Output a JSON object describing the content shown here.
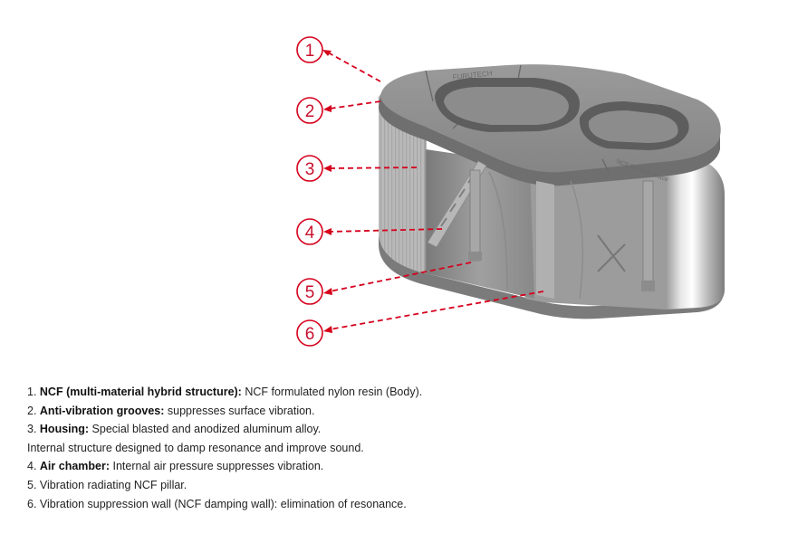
{
  "callouts": [
    "1",
    "2",
    "3",
    "4",
    "5",
    "6"
  ],
  "embossed_text": {
    "top_left": "FURUTECH",
    "top_right": "NCF Booster Brace"
  },
  "legend": [
    {
      "prefix": "1. ",
      "bold": "NCF (multi-material hybrid structure):",
      "text": " NCF formulated nylon resin (Body)."
    },
    {
      "prefix": "2. ",
      "bold": "Anti-vibration grooves:",
      "text": " suppresses surface vibration."
    },
    {
      "prefix": "3. ",
      "bold": "Housing:",
      "text": " Special blasted and anodized aluminum alloy."
    },
    {
      "prefix": "",
      "bold": "",
      "text": "Internal structure designed to damp resonance and improve sound."
    },
    {
      "prefix": "4. ",
      "bold": "Air chamber:",
      "text": " Internal air pressure suppresses vibration."
    },
    {
      "prefix": "5. ",
      "bold": "",
      "text": "Vibration radiating NCF pillar."
    },
    {
      "prefix": "6. ",
      "bold": "",
      "text": "Vibration suppression wall (NCF damping wall): elimination of resonance."
    }
  ],
  "colors": {
    "accent_red": "#d6001c",
    "body_grey": "#8e8e8e",
    "dark_grey": "#5e5e5e",
    "light_grey": "#b4b4b4"
  }
}
